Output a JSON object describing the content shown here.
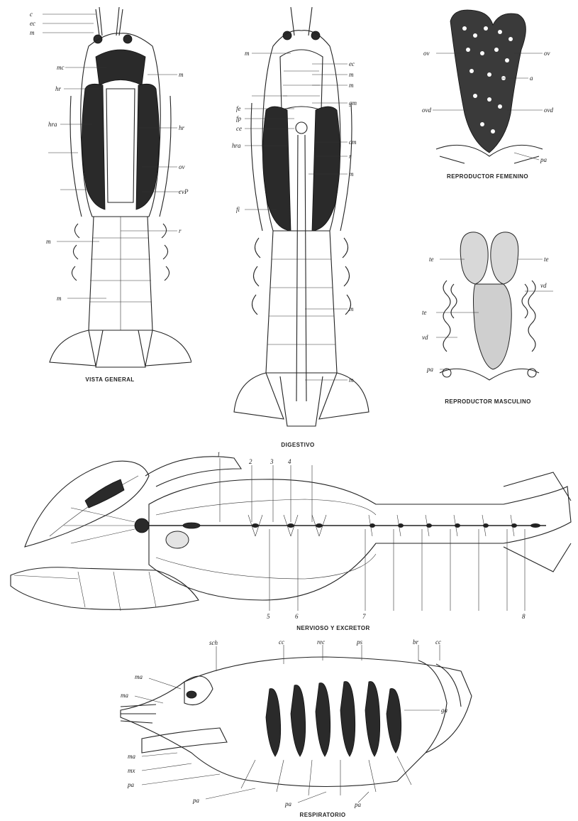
{
  "captions": {
    "vista_general": "VISTA GENERAL",
    "digestivo": "DIGESTIVO",
    "reproductor_femenino": "REPRODUCTOR FEMENINO",
    "reproductor_masculino": "REPRODUCTOR MASCULINO",
    "nervioso_excretor": "NERVIOSO Y EXCRETOR",
    "respiratorio": "RESPIRATORIO"
  },
  "labels": {
    "vista_general": [
      "c",
      "ec",
      "m",
      "mc",
      "m",
      "hr",
      "hra",
      "hr",
      "ov",
      "cvP",
      "r",
      "m",
      "m"
    ],
    "digestivo": [
      "m",
      "ec",
      "m",
      "m",
      "gm",
      "fe",
      "fp",
      "ce",
      "hra",
      "cm",
      "r",
      "fi",
      "m",
      "m",
      "m"
    ],
    "femenino": [
      "ov",
      "ov",
      "a",
      "ovd",
      "ovd",
      "pa"
    ],
    "masculino": [
      "te",
      "te",
      "vd",
      "te",
      "vd",
      "pa"
    ],
    "nervioso": [
      "1",
      "2",
      "3",
      "4",
      "5",
      "6",
      "7",
      "8"
    ],
    "respiratorio": [
      "sch",
      "cc",
      "rec",
      "ps",
      "br",
      "cc",
      "ma",
      "ma",
      "ma",
      "mx",
      "pa",
      "pa",
      "pa",
      "pa",
      "ga"
    ]
  },
  "icons": [
    "crayfish-dorsal-drawing",
    "crayfish-digestive-drawing",
    "ovary-drawing",
    "testis-drawing",
    "crayfish-nervous-drawing",
    "crayfish-respiratory-drawing"
  ],
  "colors": {
    "ink": "#222222",
    "paper": "#ffffff"
  }
}
